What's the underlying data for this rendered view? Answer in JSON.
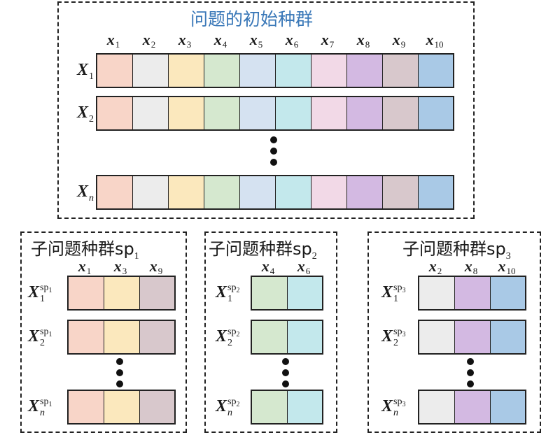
{
  "main": {
    "title": "问题的初始种群",
    "columns": [
      {
        "base": "x",
        "sub": "1"
      },
      {
        "base": "x",
        "sub": "2"
      },
      {
        "base": "x",
        "sub": "3"
      },
      {
        "base": "x",
        "sub": "4"
      },
      {
        "base": "x",
        "sub": "5"
      },
      {
        "base": "x",
        "sub": "6"
      },
      {
        "base": "x",
        "sub": "7"
      },
      {
        "base": "x",
        "sub": "8"
      },
      {
        "base": "x",
        "sub": "9"
      },
      {
        "base": "x",
        "sub": "10"
      }
    ],
    "rows": [
      {
        "base": "X",
        "sub": "1"
      },
      {
        "base": "X",
        "sub": "2"
      },
      {
        "base": "X",
        "sub": "n"
      }
    ],
    "cell_colors": [
      "#f8d5c8",
      "#ececec",
      "#fbe8bd",
      "#d5e8cf",
      "#d5e2f1",
      "#c3e8ec",
      "#f2d9e7",
      "#d3b9e2",
      "#d8c8cc",
      "#a9c9e6"
    ]
  },
  "subpops": [
    {
      "title": "子问题种群sp",
      "title_sub": "1",
      "columns": [
        {
          "base": "x",
          "sub": "1"
        },
        {
          "base": "x",
          "sub": "3"
        },
        {
          "base": "x",
          "sub": "9"
        }
      ],
      "cell_colors": [
        "#f8d5c8",
        "#fbe8bd",
        "#d8c8cc"
      ],
      "rows": [
        {
          "base": "X",
          "sup": "sp",
          "sup_sub": "1",
          "sub": "1"
        },
        {
          "base": "X",
          "sup": "sp",
          "sup_sub": "1",
          "sub": "2"
        },
        {
          "base": "X",
          "sup": "sp",
          "sup_sub": "1",
          "sub": "n"
        }
      ]
    },
    {
      "title": "子问题种群sp",
      "title_sub": "2",
      "columns": [
        {
          "base": "x",
          "sub": "4"
        },
        {
          "base": "x",
          "sub": "6"
        }
      ],
      "cell_colors": [
        "#d5e8cf",
        "#c3e8ec"
      ],
      "rows": [
        {
          "base": "X",
          "sup": "sp",
          "sup_sub": "2",
          "sub": "1"
        },
        {
          "base": "X",
          "sup": "sp",
          "sup_sub": "2",
          "sub": "2"
        },
        {
          "base": "X",
          "sup": "sp",
          "sup_sub": "2",
          "sub": "n"
        }
      ]
    },
    {
      "title": "子问题种群sp",
      "title_sub": "3",
      "columns": [
        {
          "base": "x",
          "sub": "2"
        },
        {
          "base": "x",
          "sub": "8"
        },
        {
          "base": "x",
          "sub": "10"
        }
      ],
      "cell_colors": [
        "#ececec",
        "#d3b9e2",
        "#a9c9e6"
      ],
      "rows": [
        {
          "base": "X",
          "sup": "sp",
          "sup_sub": "3",
          "sub": "1"
        },
        {
          "base": "X",
          "sup": "sp",
          "sup_sub": "3",
          "sub": "2"
        },
        {
          "base": "X",
          "sup": "sp",
          "sup_sub": "3",
          "sub": "n"
        }
      ]
    }
  ],
  "colors": {
    "title_blue": "#3a78b8",
    "border": "#222222"
  }
}
